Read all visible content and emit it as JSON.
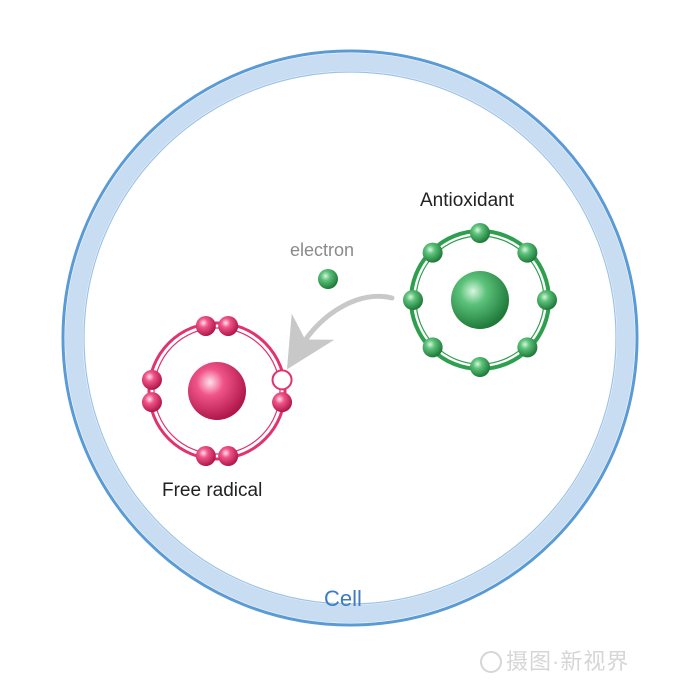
{
  "labels": {
    "antioxidant": "Antioxidant",
    "electron": "electron",
    "free_radical": "Free radical",
    "cell": "Cell"
  },
  "watermark": {
    "text": "摄图·新视界",
    "icon": "camera-logo-icon"
  },
  "colors": {
    "cell_membrane_outer": "#5b9bd5",
    "cell_membrane_fill": "#c9ddf2",
    "antioxidant": "#2e9e4f",
    "antioxidant_light": "#8fdca3",
    "free_radical": "#e0336f",
    "free_radical_light": "#f7a0be",
    "arrow": "#c8c8c8",
    "cell_label": "#3d7cc0"
  },
  "antioxidant_atom": {
    "electron_count": 8
  },
  "free_radical_atom": {
    "paired_electrons": 7,
    "missing_electrons": 1
  }
}
